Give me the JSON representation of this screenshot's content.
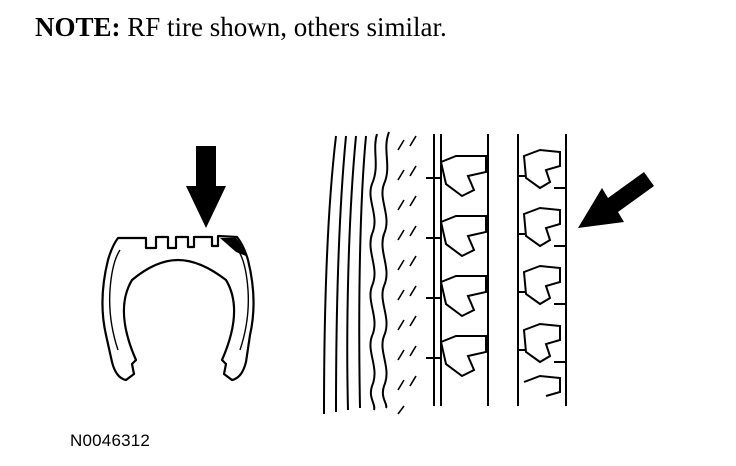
{
  "note": {
    "label": "NOTE:",
    "text": " RF tire shown, others similar."
  },
  "figure_id": "N0046312",
  "colors": {
    "ink": "#000000",
    "paper": "#ffffff"
  }
}
